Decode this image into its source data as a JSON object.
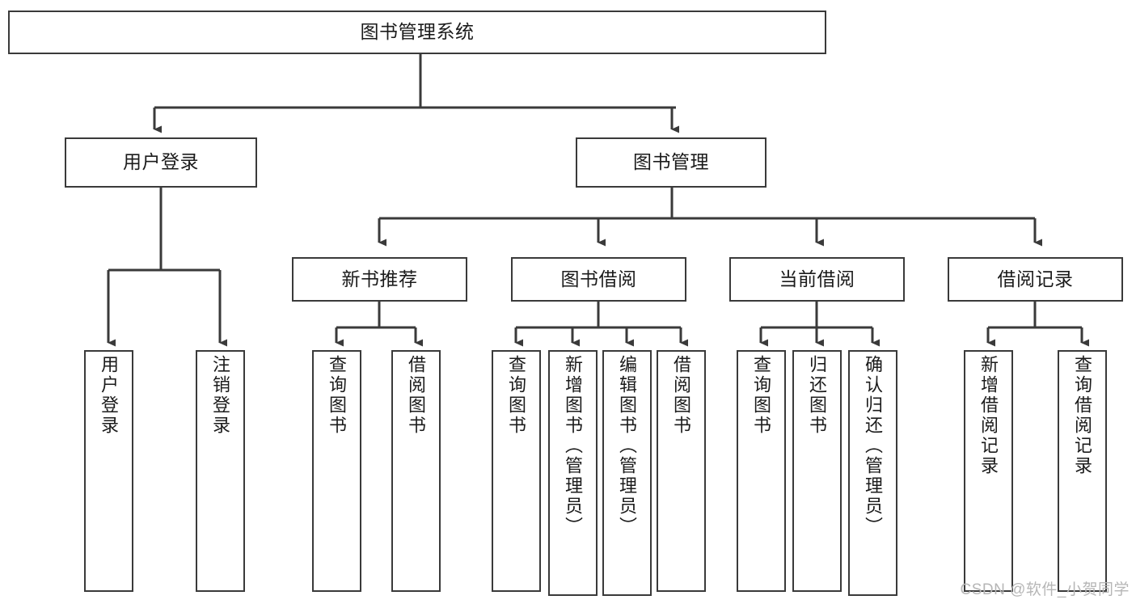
{
  "diagram": {
    "title": "图书管理系统",
    "type": "tree-hierarchy-chart",
    "stroke_color": "#3a3a3a",
    "fill_color": "#ffffff",
    "text_color": "#1b1b1b"
  },
  "root": {
    "label": "图书管理系统"
  },
  "level1": [
    {
      "label": "用户登录"
    },
    {
      "label": "图书管理"
    }
  ],
  "level2": [
    {
      "label": "新书推荐"
    },
    {
      "label": "图书借阅"
    },
    {
      "label": "当前借阅"
    },
    {
      "label": "借阅记录"
    }
  ],
  "leaves": {
    "user_login": [
      {
        "label": "用户登录"
      },
      {
        "label": "注销登录"
      }
    ],
    "new_book_recommend": [
      {
        "label": "查询图书"
      },
      {
        "label": "借阅图书"
      }
    ],
    "book_borrow": [
      {
        "label": "查询图书"
      },
      {
        "label": "新增图书（管理员）"
      },
      {
        "label": "编辑图书（管理员）"
      },
      {
        "label": "借阅图书"
      }
    ],
    "current_borrow": [
      {
        "label": "查询图书"
      },
      {
        "label": "归还图书"
      },
      {
        "label": "确认归还（管理员）"
      }
    ],
    "borrow_record": [
      {
        "label": "新增借阅记录"
      },
      {
        "label": "查询借阅记录"
      }
    ]
  },
  "watermark": {
    "text": "CSDN @软件_小贺同学"
  }
}
